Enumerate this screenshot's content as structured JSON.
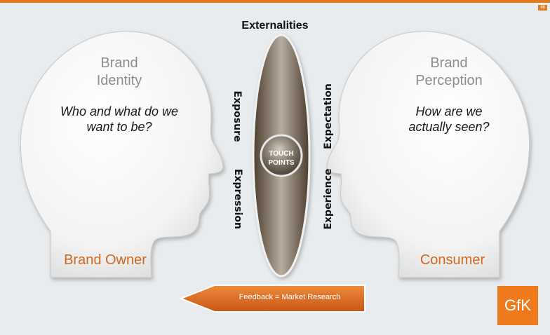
{
  "slide": {
    "page_number": "88",
    "title": "Externalities",
    "left_head": {
      "title_line1": "Brand",
      "title_line2": "Identity",
      "question_line1": "Who and what do we",
      "question_line2": "want to be?",
      "label": "Brand Owner"
    },
    "right_head": {
      "title_line1": "Brand",
      "title_line2": "Perception",
      "question_line1": "How are we",
      "question_line2": "actually seen?",
      "label": "Consumer"
    },
    "left_words": [
      "Exposure",
      "Expression"
    ],
    "right_words": [
      "Expectation",
      "Experience"
    ],
    "center": {
      "line1": "TOUCH",
      "line2": "POINTS"
    },
    "feedback": "Feedback = Market Research",
    "logo": "GfK"
  },
  "colors": {
    "accent": "#e07a1f",
    "background": "#e9ecee",
    "head": "#f5f5f5"
  }
}
